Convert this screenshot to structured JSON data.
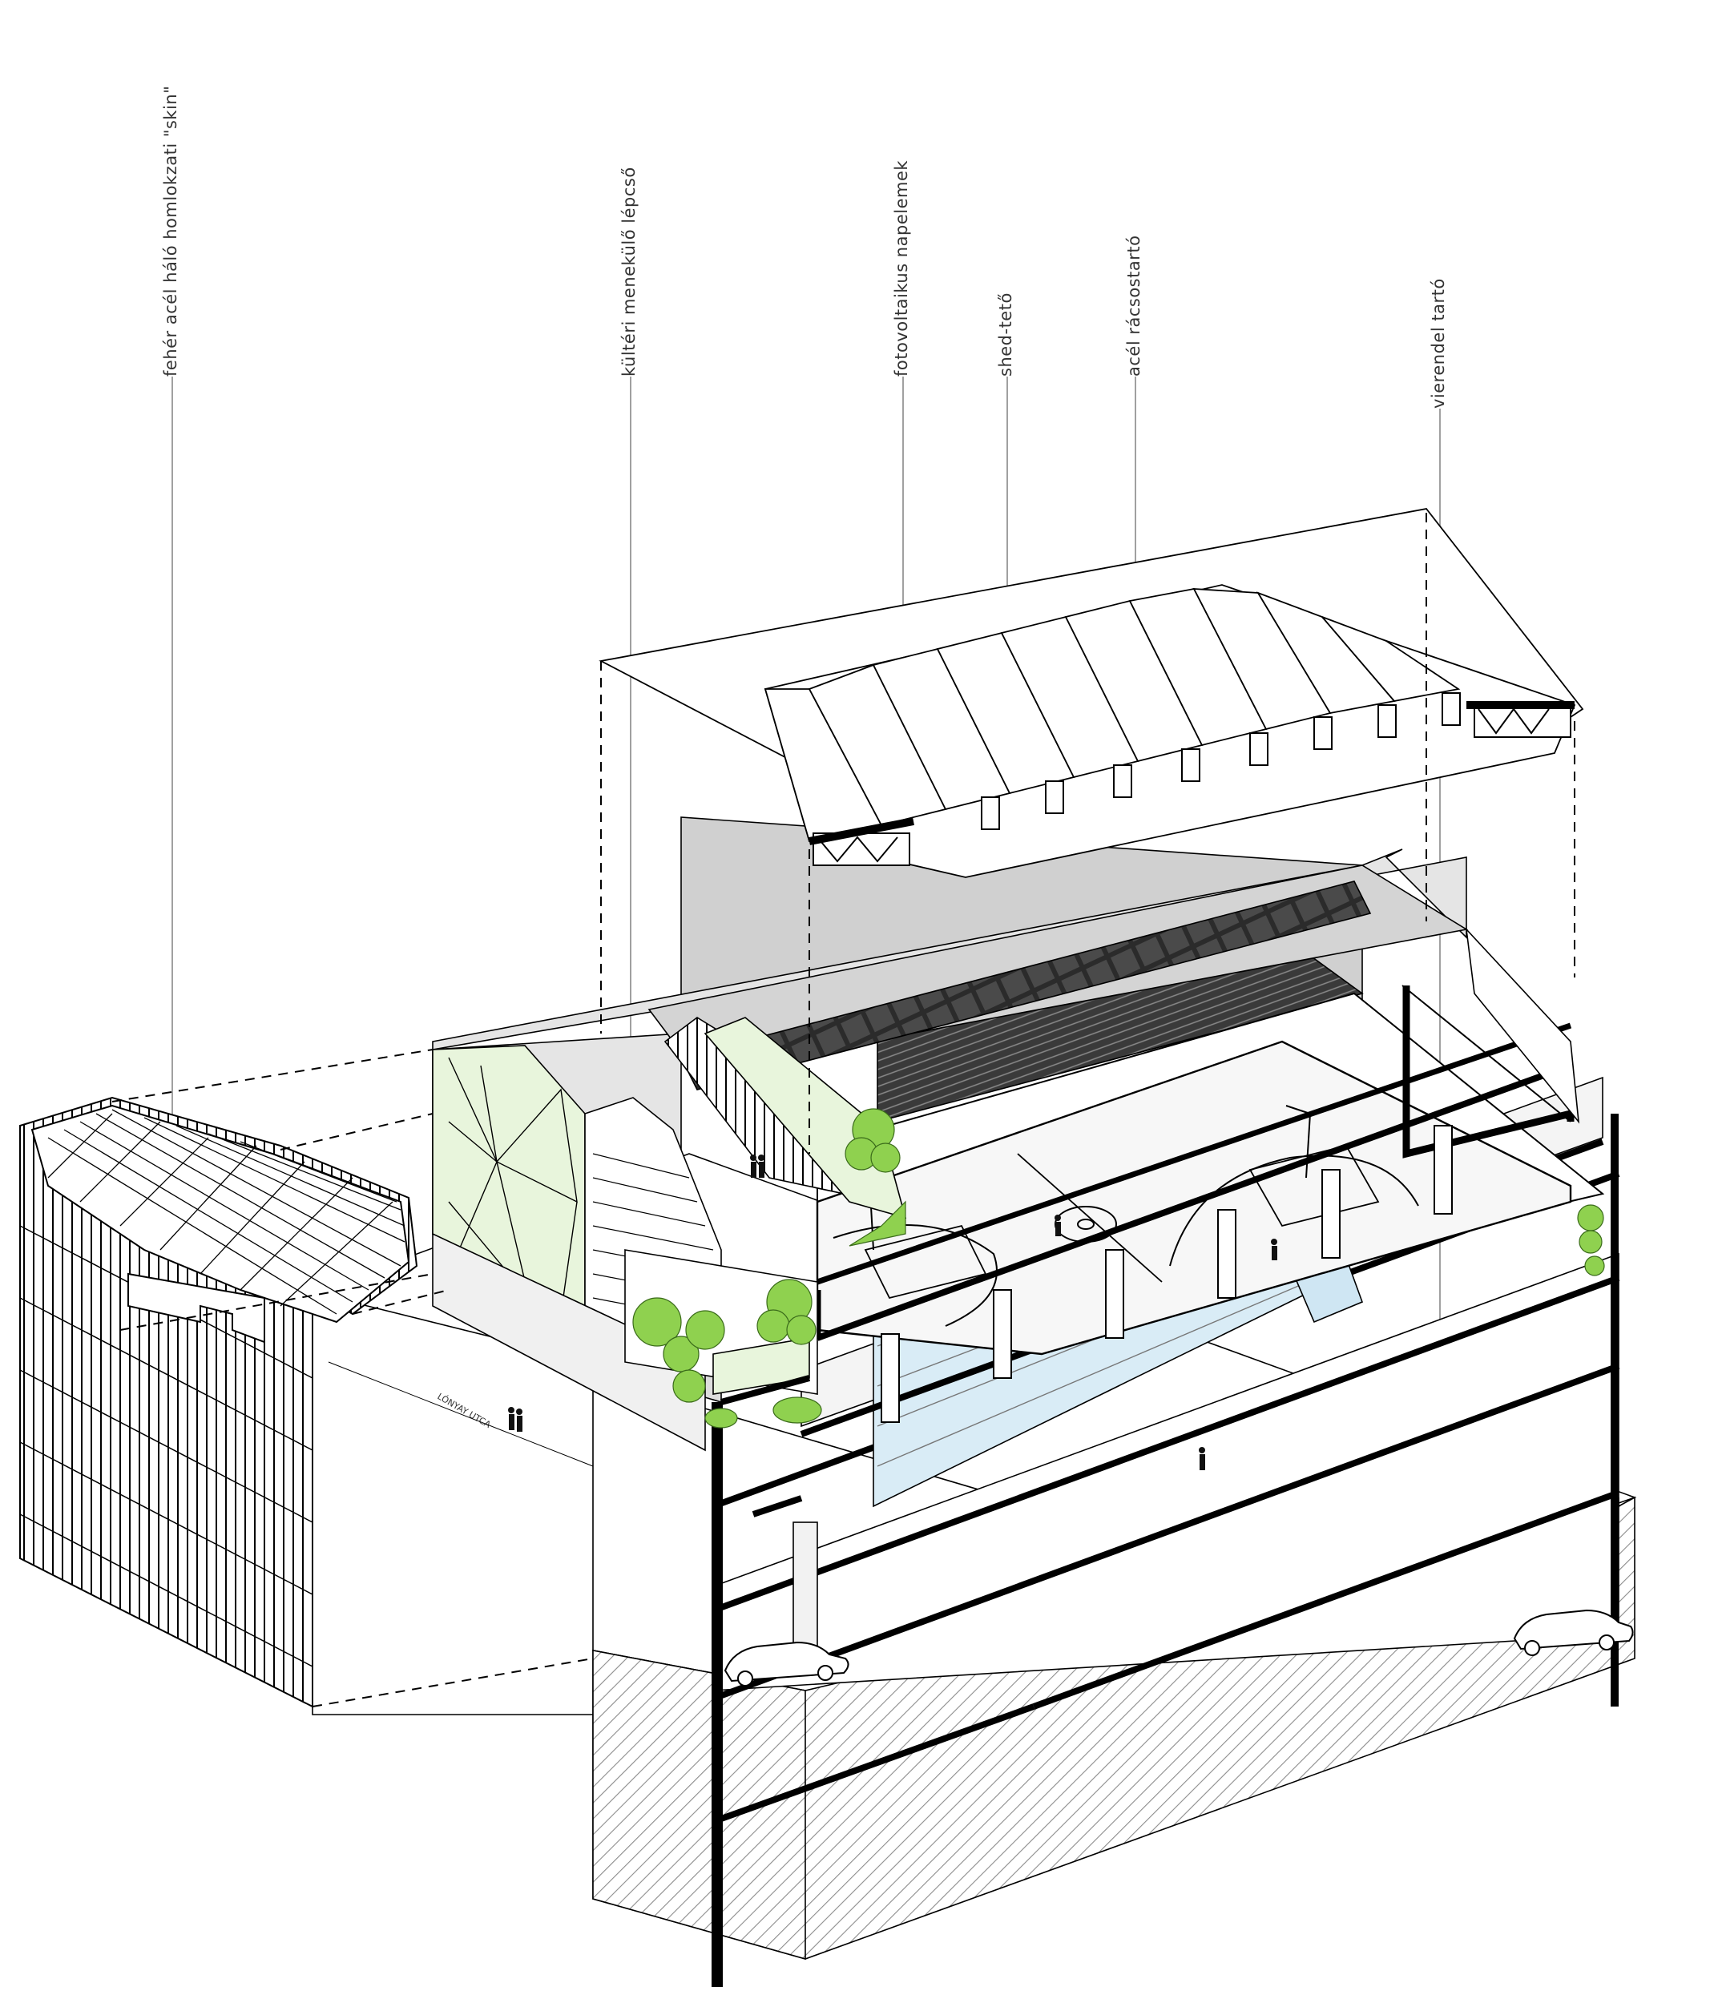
{
  "labels": {
    "skin": "fehér acél háló homlokzati \"skin\"",
    "stair": "kültéri menekülő lépcső",
    "pv": "fotovoltaikus napelemek",
    "shed": "shed-tető",
    "truss": "acél rácsostartó",
    "vierendeel": "vierendel tartó"
  },
  "street_name": "LÓNYAY UTCA",
  "colors": {
    "greenery": "#8fd14f",
    "facade_glass": "#e8f5dc",
    "pool_water": "#d9ecf6",
    "ground_hatch": "#8c8c8c",
    "concrete": "#e5e5e5",
    "dark_seating": "#3a3a3a"
  }
}
